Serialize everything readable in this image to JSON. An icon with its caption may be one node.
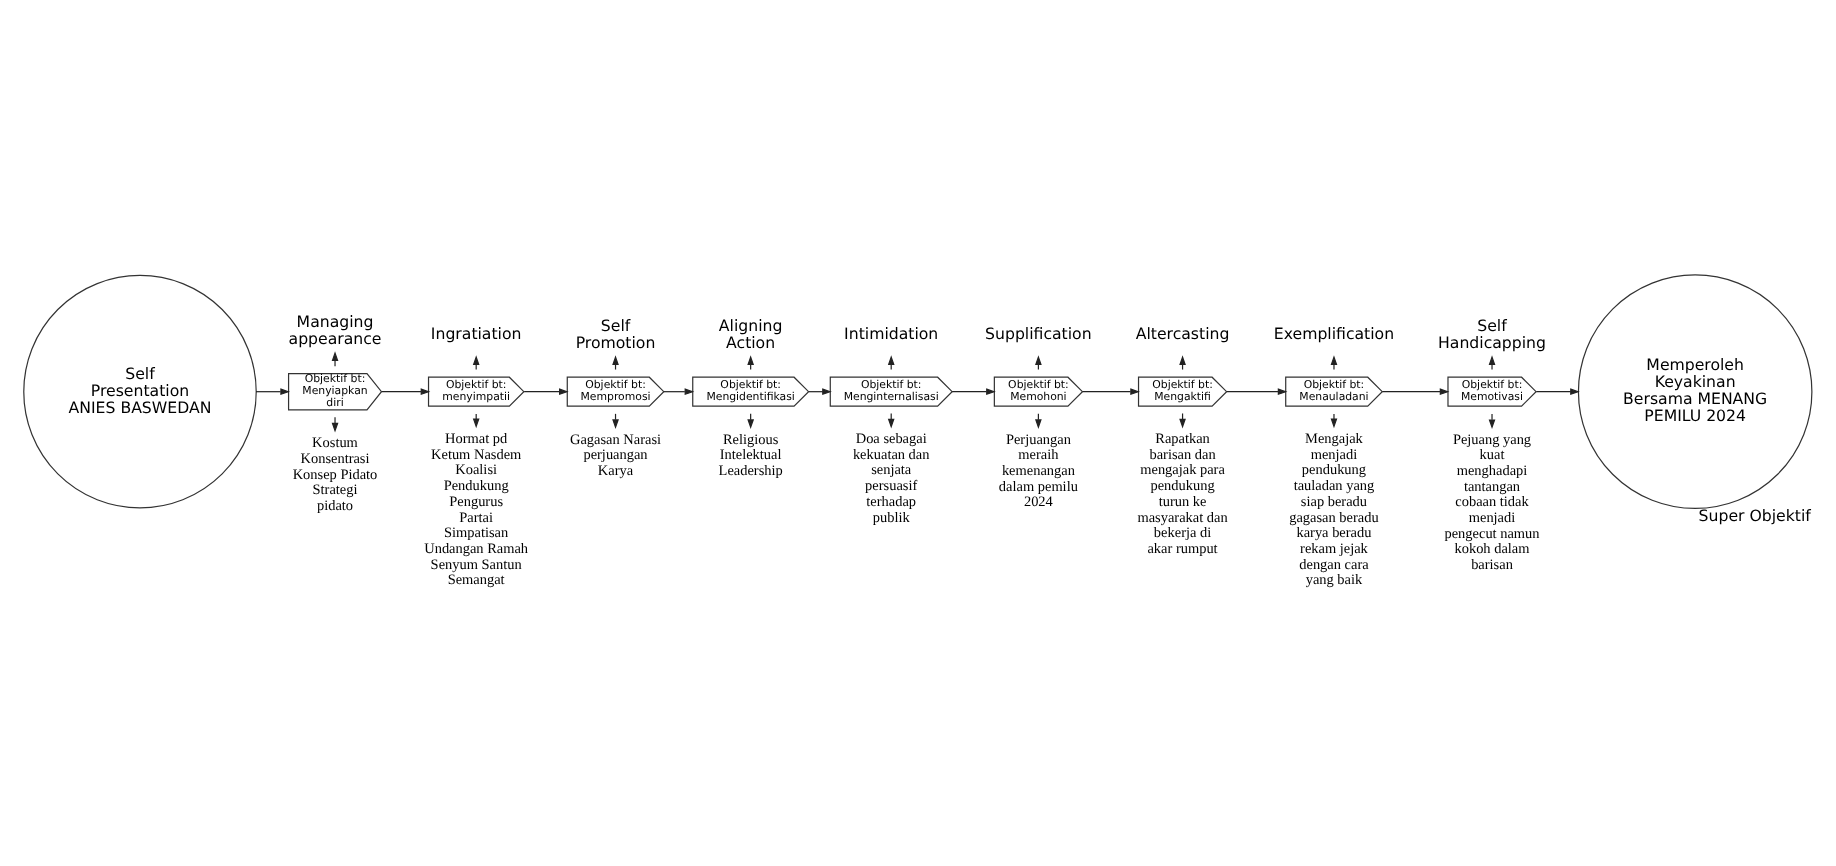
{
  "diagram": {
    "nodes": [
      {
        "text": [
          "Self Presentation ANIES BASWEDAN"
        ]
      },
      {
        "text": [
          "Managing appearance"
        ]
      },
      {
        "text": [
          "Objektif bt: Menyiapkan diri"
        ]
      },
      {
        "text": [
          "Kostum Konsentrasi Konsep Pidato Strategi pidato"
        ]
      },
      {
        "text": [
          "Ingratiation"
        ]
      },
      {
        "text": [
          "Objektif bt: menyimpatii"
        ]
      },
      {
        "text": [
          "Hormat pd Ketum Nasdem Koalisi Pendukung Pengurus Partai Simpatisan Undangan Ramah Senyum Santun Semangat"
        ]
      },
      {
        "text": [
          "Self Promotion"
        ]
      },
      {
        "text": [
          "Objektif bt: Mempromosi"
        ]
      },
      {
        "text": [
          "Gagasan Narasi perjuangan Karya"
        ]
      },
      {
        "text": [
          "Aligning Action"
        ]
      },
      {
        "text": [
          "Objektif bt: Mengidentifikasi"
        ]
      },
      {
        "text": [
          "Religious Intelektual Leadership"
        ]
      },
      {
        "text": [
          "Intimidation"
        ]
      },
      {
        "text": [
          "Objektif bt: Menginternalisasi"
        ]
      },
      {
        "text": [
          "Doa sebagai kekuatan dan senjata persuasif terhadap publik"
        ]
      },
      {
        "text": [
          "Supplification"
        ]
      },
      {
        "text": [
          "Objektif bt: Memohoni"
        ]
      },
      {
        "text": [
          "Perjuangan meraih kemenangan dalam pemilu 2024"
        ]
      },
      {
        "text": [
          "Altercasting"
        ]
      },
      {
        "text": [
          "Objektif bt: Mengaktifi"
        ]
      },
      {
        "text": [
          "Rapatkan barisan dan mengajak para pendukung turun ke masyarakat dan bekerja di akar rumput"
        ]
      },
      {
        "text": [
          "Exemplification"
        ]
      },
      {
        "text": [
          "Objektif bt: Menauladani"
        ]
      },
      {
        "text": [
          "Mengajak menjadi pendukung tauladan yang siap beradu gagasan beradu karya beradu rekam jejak dengan cara yang baik"
        ]
      },
      {
        "text": [
          "Self Handicapping"
        ]
      },
      {
        "text": [
          "Objektif bt: Memotivasi"
        ]
      },
      {
        "text": [
          "Pejuang yang kuat menghadapi tantangan cobaan tidak menjadi pengecut namun kokoh dalam barisan"
        ]
      },
      {
        "text": [
          "Memperoleh Keyakinan Bersama MENANG PEMILU 2024"
        ],
        "beside": [
          "Super Objektif"
        ]
      }
    ],
    "edges": [
      {
        "from": 0,
        "to": 2,
        "arrow": "to"
      },
      {
        "from": 2,
        "to": 1,
        "arrow": "to"
      },
      {
        "from": 2,
        "to": 3,
        "arrow": "to"
      },
      {
        "from": 2,
        "to": 5,
        "arrow": "to"
      },
      {
        "from": 5,
        "to": 4,
        "arrow": "to"
      },
      {
        "from": 5,
        "to": 6,
        "arrow": "to"
      },
      {
        "from": 5,
        "to": 8,
        "arrow": "to"
      },
      {
        "from": 8,
        "to": 7,
        "arrow": "to"
      },
      {
        "from": 8,
        "to": 9,
        "arrow": "to"
      },
      {
        "from": 8,
        "to": 11,
        "arrow": "to"
      },
      {
        "from": 11,
        "to": 10,
        "arrow": "to"
      },
      {
        "from": 11,
        "to": 12,
        "arrow": "to"
      },
      {
        "from": 11,
        "to": 14,
        "arrow": "to"
      },
      {
        "from": 14,
        "to": 13,
        "arrow": "to"
      },
      {
        "from": 14,
        "to": 15,
        "arrow": "to"
      },
      {
        "from": 14,
        "to": 17,
        "arrow": "to"
      },
      {
        "from": 17,
        "to": 16,
        "arrow": "to"
      },
      {
        "from": 17,
        "to": 18,
        "arrow": "to"
      },
      {
        "from": 17,
        "to": 20,
        "arrow": "to"
      },
      {
        "from": 20,
        "to": 19,
        "arrow": "to"
      },
      {
        "from": 20,
        "to": 21,
        "arrow": "to"
      },
      {
        "from": 20,
        "to": 23,
        "arrow": "to"
      },
      {
        "from": 23,
        "to": 22,
        "arrow": "to"
      },
      {
        "from": 23,
        "to": 24,
        "arrow": "to"
      },
      {
        "from": 23,
        "to": 26,
        "arrow": "to"
      },
      {
        "from": 26,
        "to": 25,
        "arrow": "to"
      },
      {
        "from": 26,
        "to": 27,
        "arrow": "to"
      },
      {
        "from": 26,
        "to": 28,
        "arrow": "to"
      }
    ]
  }
}
